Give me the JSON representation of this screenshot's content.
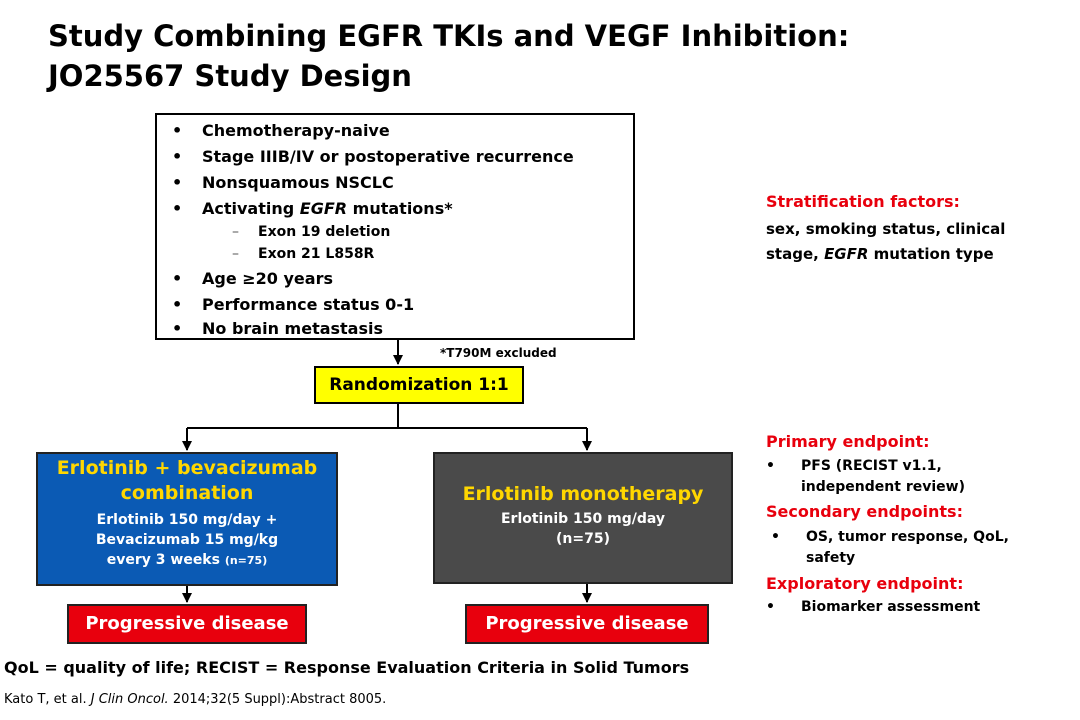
{
  "title": {
    "line1": "Study Combining EGFR TKIs and VEGF Inhibition:",
    "line2": "JO25567 Study Design"
  },
  "criteria": {
    "bullet": "•",
    "dash": "–",
    "items": [
      "Chemotherapy-naive",
      "Stage IIIB/IV or postoperative recurrence",
      "Nonsquamous NSCLC",
      "Activating EGFR mutations*",
      "Age ≥20 years",
      "Performance status 0-1",
      "No brain metastasis"
    ],
    "activating_prefix": "Activating ",
    "activating_italic": "EGFR",
    "activating_suffix": " mutations*",
    "sub_items": [
      "Exon 19 deletion",
      "Exon 21 L858R"
    ]
  },
  "note": "*T790M excluded",
  "randomization": "Randomization 1:1",
  "arm_left": {
    "title_line1": "Erlotinib + bevacizumab",
    "title_line2": "combination",
    "line1": "Erlotinib 150 mg/day +",
    "line2": "Bevacizumab 15 mg/kg",
    "line3": "every 3 weeks",
    "n": "(n=75)"
  },
  "arm_right": {
    "title": "Erlotinib monotherapy",
    "line1": "Erlotinib 150 mg/day",
    "n": "(n=75)"
  },
  "progressive_left": "Progressive disease",
  "progressive_right": "Progressive disease",
  "stratification": {
    "heading": "Stratification factors:",
    "line1": "sex, smoking status, clinical",
    "line2_prefix": "stage, ",
    "line2_italic": "EGFR",
    "line2_suffix": " mutation type"
  },
  "endpoints": {
    "bullet": "•",
    "primary_heading": "Primary endpoint:",
    "primary_line1": "PFS (RECIST v1.1,",
    "primary_line2": "independent review)",
    "secondary_heading": "Secondary endpoints:",
    "secondary_line1": "OS, tumor response, QoL,",
    "secondary_line2": "safety",
    "exploratory_heading": "Exploratory endpoint:",
    "exploratory_line1": "Biomarker assessment"
  },
  "footer": {
    "abbrev": "QoL = quality of life; RECIST = Response Evaluation Criteria in Solid Tumors",
    "cite_prefix": "Kato T, et al. ",
    "cite_journal": "J Clin Oncol.",
    "cite_suffix": " 2014;32(5 Suppl):Abstract 8005."
  },
  "colors": {
    "randomization_fill": "#ffff00",
    "left_arm_fill": "#0b5ab4",
    "right_arm_fill": "#4a4a4a",
    "arm_title_text": "#ffd700",
    "progressive_fill": "#e8000d",
    "heading_red": "#e8000d"
  }
}
